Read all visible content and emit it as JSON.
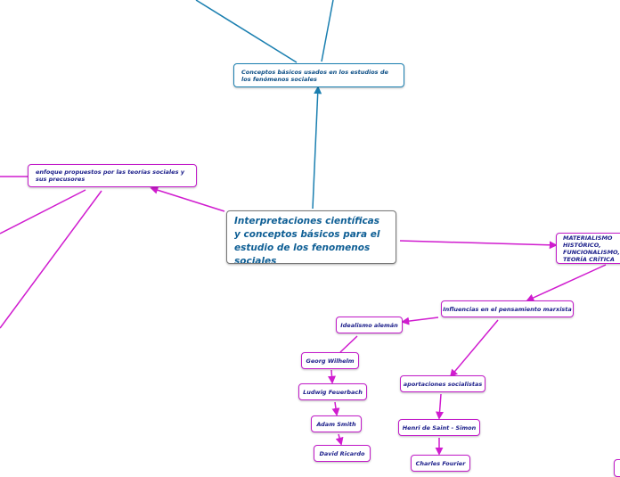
{
  "colors": {
    "blue_link": "#1a7fb0",
    "magenta_link": "#d01ccf",
    "central_text": "#0f5f95",
    "node_text": "#1b1e8a"
  },
  "map": {
    "central": "Interpretaciones científicas y conceptos básicos para el estudio de los fenomenos sociales",
    "conceptos": "Conceptos básicos usados en los estudios de los fenómenos sociales",
    "enfoque": "enfoque propuestos por las teorías sociales y sus precusores",
    "materialismo": "MATERIALISMO HISTÓRICO, FUNCIONALISMO, TEORÍA CRÍTICA",
    "influencias": "Influencias en el pensamiento marxista",
    "idealismo": "Idealismo alemán",
    "georg": "Georg Wilhelm",
    "ludwig": "Ludwig Feuerbach",
    "adam": "Adam Smith",
    "david": "David Ricardo",
    "aportaciones": "aportaciones socialistas",
    "henri": "Henri de Saint - Simon",
    "charles": "Charles Fourier"
  }
}
